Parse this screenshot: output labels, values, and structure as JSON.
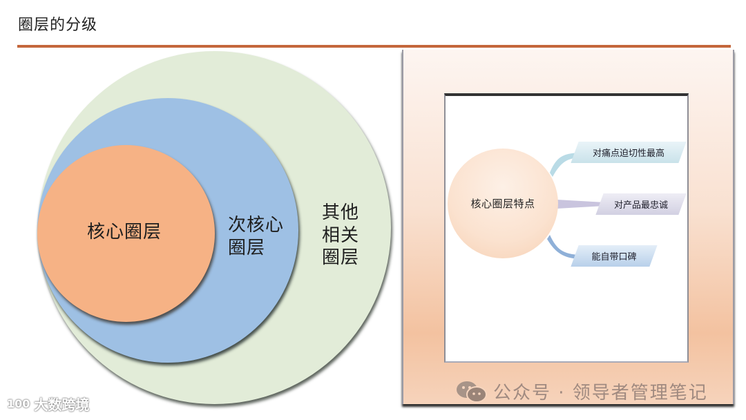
{
  "slide": {
    "title": "圈层的分级",
    "accent_color": "#c4673c"
  },
  "layers": {
    "core": {
      "label": "核心圈层",
      "color": "#f6b285"
    },
    "secondary": {
      "label_line1": "次核心",
      "label_line2": "圈层",
      "color": "#9ec0e4"
    },
    "other": {
      "label_line1": "其他",
      "label_line2": "相关",
      "label_line3": "圈层",
      "color": "#e2ecd8"
    }
  },
  "mindmap": {
    "hub_label": "核心圈层特点",
    "branches": [
      {
        "label": "对痛点迫切性最高",
        "color": "#c9e2ea"
      },
      {
        "label": "对产品最忠诚",
        "color": "#d2d0e2"
      },
      {
        "label": "能自带口碑",
        "color": "#b8d0ea"
      }
    ]
  },
  "watermarks": {
    "wechat_text": "公众号 · 领导者管理笔记",
    "wechat_icon": "wechat-icon",
    "logo_text": "大数跨境",
    "logo_mark": "100"
  }
}
